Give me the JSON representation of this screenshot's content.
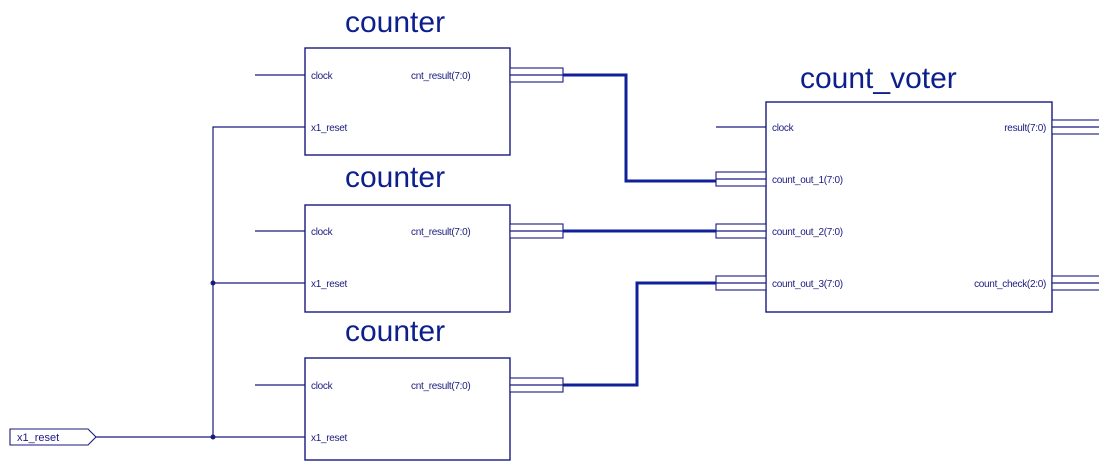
{
  "counters": [
    {
      "title": "counter",
      "pins": {
        "clock": "clock",
        "reset": "x1_reset",
        "result": "cnt_result(7:0)"
      }
    },
    {
      "title": "counter",
      "pins": {
        "clock": "clock",
        "reset": "x1_reset",
        "result": "cnt_result(7:0)"
      }
    },
    {
      "title": "counter",
      "pins": {
        "clock": "clock",
        "reset": "x1_reset",
        "result": "cnt_result(7:0)"
      }
    }
  ],
  "voter": {
    "title": "count_voter",
    "pins": {
      "clock": "clock",
      "in1": "count_out_1(7:0)",
      "in2": "count_out_2(7:0)",
      "in3": "count_out_3(7:0)",
      "result": "result(7:0)",
      "check": "count_check(2:0)"
    }
  },
  "input_port": {
    "label": "x1_reset"
  },
  "colors": {
    "ink": "#1a1a80",
    "title": "#0c1f8c",
    "bus": "#10209a"
  }
}
